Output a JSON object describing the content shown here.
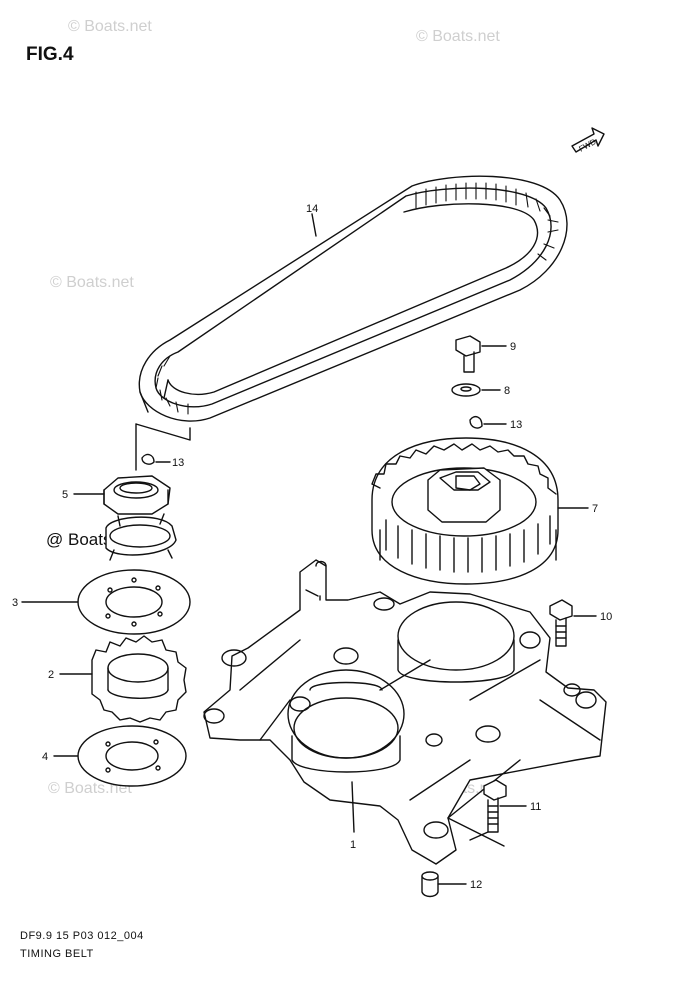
{
  "figure": {
    "title": "FIG.4"
  },
  "caption": {
    "code": "DF9.9 15 P03 012_004",
    "name": "TIMING BELT"
  },
  "watermark": {
    "text": "© Boats.net",
    "strong_text": "@ Boats.net"
  },
  "fwd_arrow": {
    "label": "FWD"
  },
  "callouts": [
    "14",
    "9",
    "8",
    "13",
    "13",
    "5",
    "7",
    "3",
    "10",
    "2",
    "4",
    "11",
    "1",
    "12"
  ]
}
